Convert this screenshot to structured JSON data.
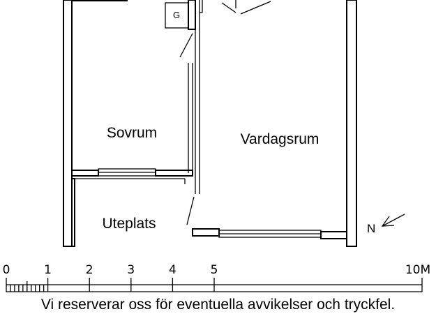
{
  "rooms": {
    "bedroom": "Sovrum",
    "living_room": "Vardagsrum",
    "patio": "Uteplats",
    "wardrobe": "G"
  },
  "north_label": "N",
  "scale": {
    "ticks": [
      {
        "label": "0",
        "value": 0
      },
      {
        "label": "1",
        "value": 1
      },
      {
        "label": "2",
        "value": 2
      },
      {
        "label": "3",
        "value": 3
      },
      {
        "label": "4",
        "value": 4
      },
      {
        "label": "5",
        "value": 5
      },
      {
        "label": "10M",
        "value": 10
      }
    ],
    "max": 10
  },
  "disclaimer": "Vi reserverar oss för eventuella avvikelser och tryckfel."
}
